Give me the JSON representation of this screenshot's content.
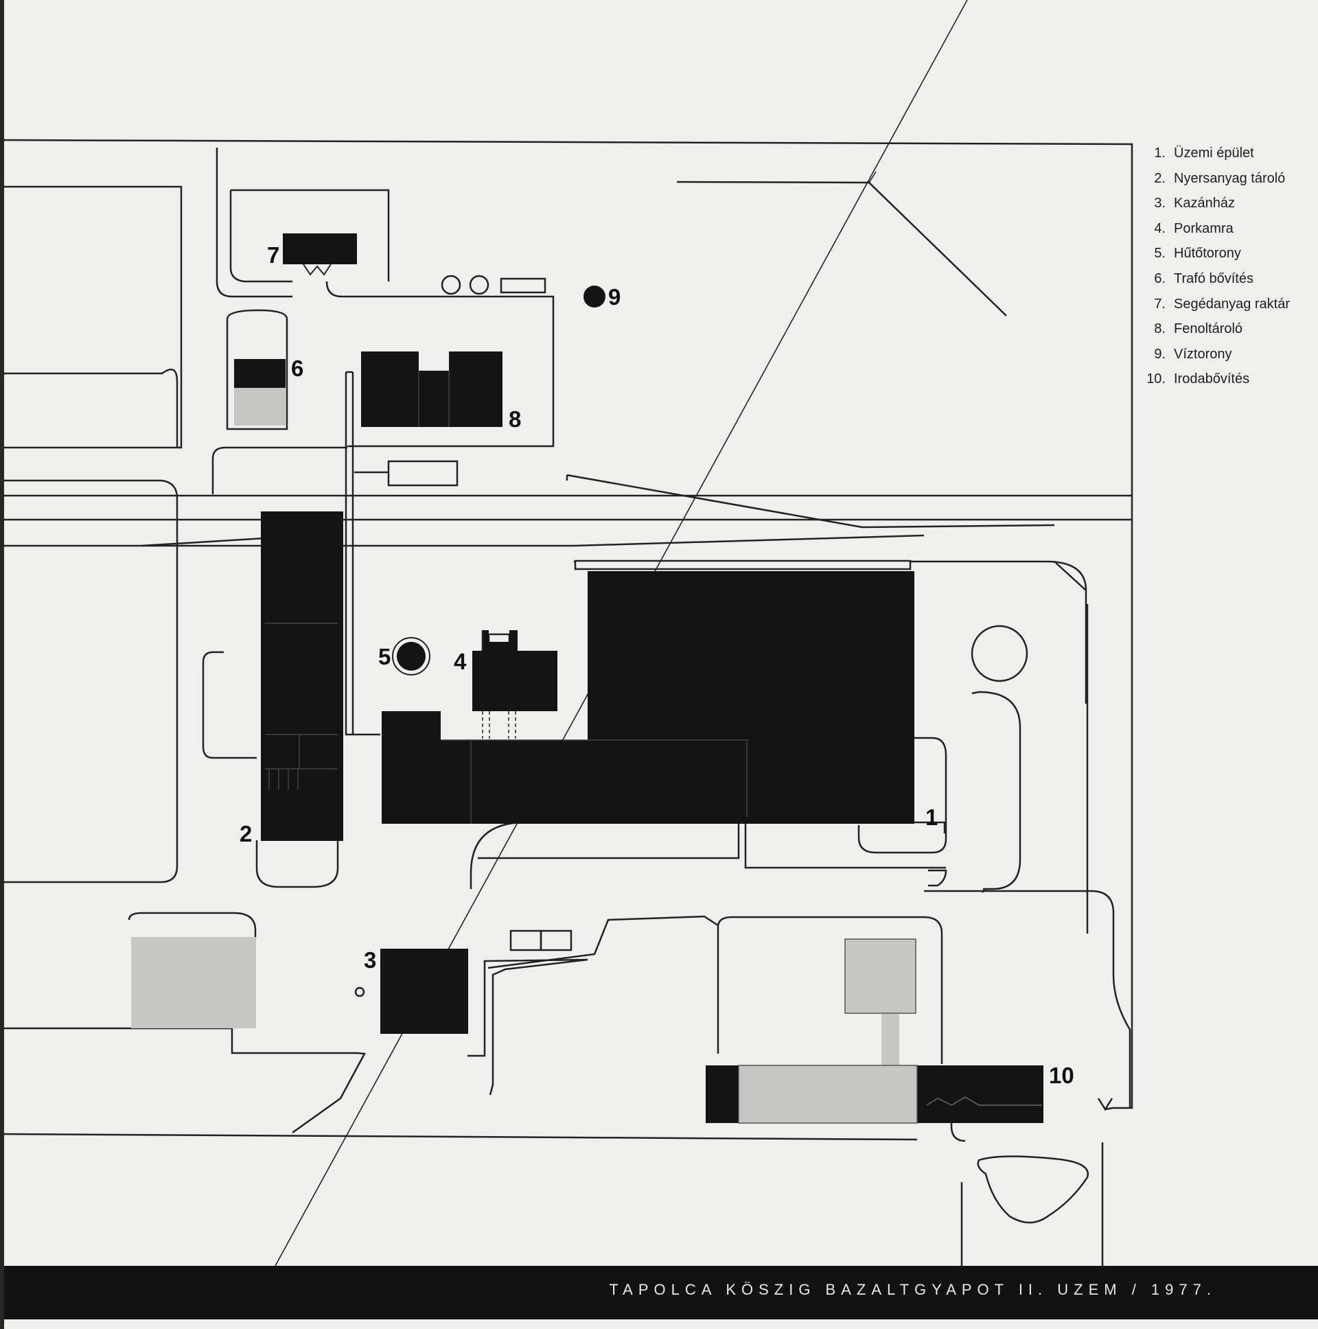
{
  "legend": {
    "items": [
      {
        "num": "1.",
        "label": "Üzemi épület"
      },
      {
        "num": "2.",
        "label": "Nyersanyag tároló"
      },
      {
        "num": "3.",
        "label": "Kazánház"
      },
      {
        "num": "4.",
        "label": "Porkamra"
      },
      {
        "num": "5.",
        "label": "Hűtőtorony"
      },
      {
        "num": "6.",
        "label": "Trafó bővítés"
      },
      {
        "num": "7.",
        "label": "Segédanyag raktár"
      },
      {
        "num": "8.",
        "label": "Fenoltároló"
      },
      {
        "num": "9.",
        "label": "Víztorony"
      },
      {
        "num": "10.",
        "label": "Irodabővítés"
      }
    ]
  },
  "map_labels": {
    "b1": "1",
    "b2": "2",
    "b3": "3",
    "b4": "4",
    "b5": "5",
    "b6": "6",
    "b7": "7",
    "b8": "8",
    "b9": "9",
    "b10": "10"
  },
  "footer": {
    "caption": "TAPOLCA KÖSZIG BAZALTGYAPOT II. UZEM / 1977."
  },
  "colors": {
    "paper": "#efefed",
    "building": "#141414",
    "existing": "#c6c6c4",
    "line": "#222222"
  }
}
